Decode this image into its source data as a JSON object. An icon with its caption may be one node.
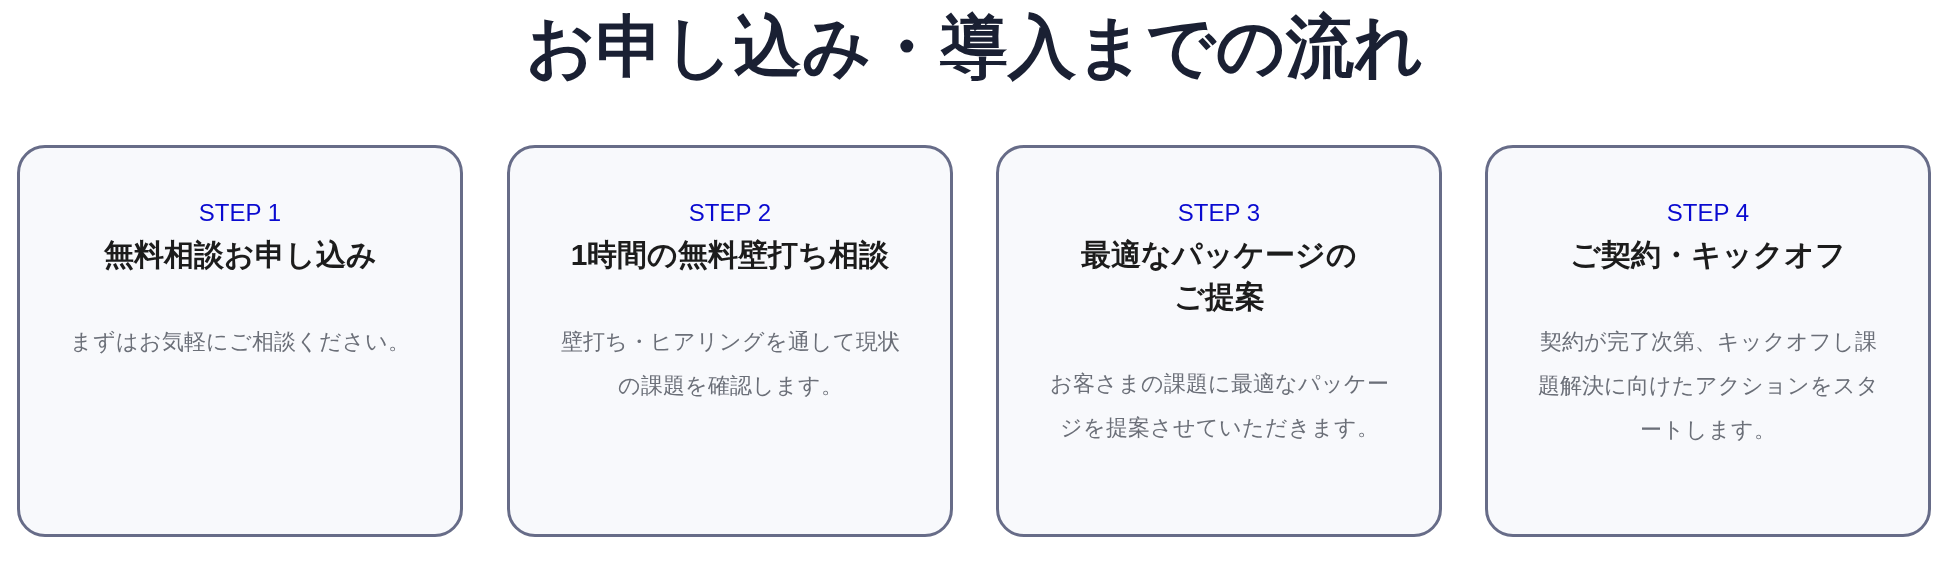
{
  "diagram": {
    "title": "お申し込み・導入までの流れ",
    "nodes": [
      {
        "text": [
          "STEP 1",
          "無料相談お申し込み",
          "まずはお気軽にご相談ください。"
        ]
      },
      {
        "text": [
          "STEP 2",
          "1時間の無料壁打ち相談",
          "壁打ち・ヒアリングを通して現状の課題を確認します。"
        ]
      },
      {
        "text": [
          "STEP 3",
          "最適なパッケージのご提案",
          "お客さまの課題に最適なパッケージを提案させていただきます。"
        ]
      },
      {
        "text": [
          "STEP 4",
          "ご契約・キックオフ",
          "契約が完了次第、キックオフし課題解決に向けたアクションをスタートします。"
        ]
      }
    ]
  }
}
